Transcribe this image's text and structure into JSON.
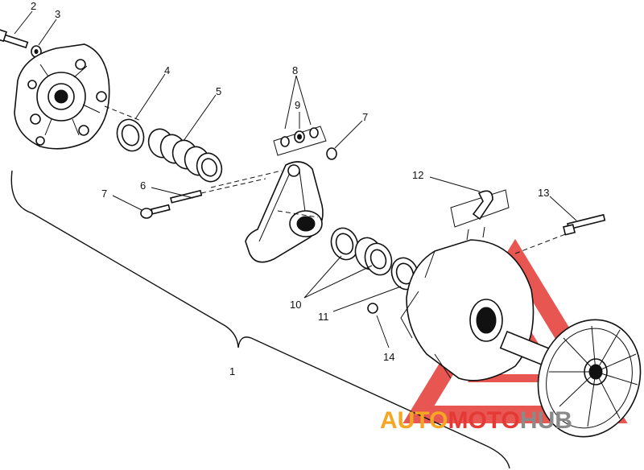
{
  "callouts": {
    "c1": "1",
    "c2": "2",
    "c3": "3",
    "c4": "4",
    "c5": "5",
    "c6": "6",
    "c7a": "7",
    "c7b": "7",
    "c8": "8",
    "c9": "9",
    "c10": "10",
    "c11": "11",
    "c12": "12",
    "c13": "13",
    "c14": "14"
  },
  "watermark": {
    "part1": "AUTO",
    "part2": "MOTO",
    "part3": "HUB",
    "color_orange": "#f5a623",
    "color_red": "#e53935",
    "color_gray": "#8a8a8a"
  }
}
